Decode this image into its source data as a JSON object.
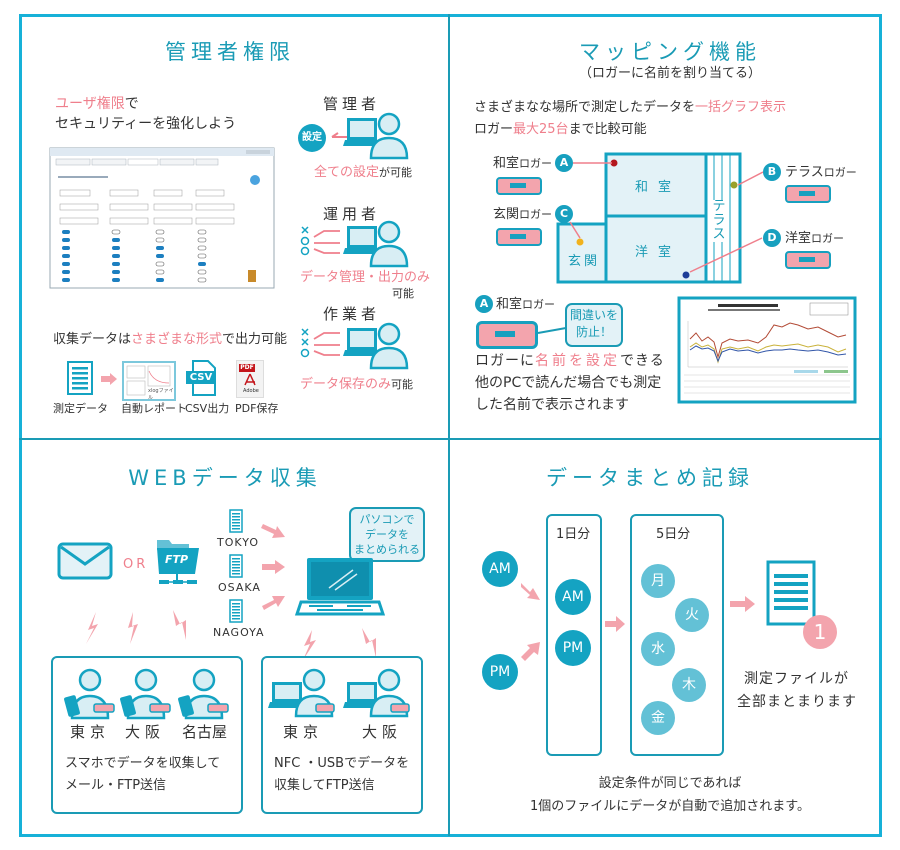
{
  "colors": {
    "accent": "#1a9bb5",
    "frame": "#17b1d8",
    "highlight": "#ef7f8c",
    "light_fill": "#e3f2f7"
  },
  "admin": {
    "title": "管理者権限",
    "headline_pink": "ユーザ権限",
    "headline_rest": "で",
    "headline_line2": "セキュリティーを強化しよう",
    "roles": [
      {
        "name": "管理者",
        "badge": "設定",
        "desc_pink": "全ての設定",
        "desc_rest": "が可能"
      },
      {
        "name": "運用者",
        "desc_pink": "データ管理・出力のみ",
        "desc_rest": "可能"
      },
      {
        "name": "作業者",
        "desc_pink": "データ保存のみ",
        "desc_rest": "可能"
      }
    ],
    "output_line_pre": "収集データは",
    "output_line_pink": "さまざまな形式",
    "output_line_post": "で出力可能",
    "formats": [
      {
        "label": "測定データ",
        "icon": "document-icon"
      },
      {
        "label": "自動レポート",
        "icon": "report-icon",
        "caption": "xlogファイル"
      },
      {
        "label": "CSV出力",
        "icon": "csv-file-icon",
        "badge": "CSV"
      },
      {
        "label": "PDF保存",
        "icon": "pdf-file-icon",
        "badge": "PDF",
        "brand": "Adobe"
      }
    ]
  },
  "mapping": {
    "title": "マッピング機能",
    "subtitle": "（ロガーに名前を割り当てる）",
    "line1_pre": "さまざまなな場所で測定したデータを",
    "line1_pink": "一括グラフ表示",
    "line2_pre": "ロガー",
    "line2_pink": "最大25台",
    "line2_post": "まで比較可能",
    "loggers": [
      {
        "badge": "A",
        "name": "和室",
        "suffix": "ロガー"
      },
      {
        "badge": "B",
        "name": "テラス",
        "suffix": "ロガー"
      },
      {
        "badge": "C",
        "name": "玄関",
        "suffix": "ロガー"
      },
      {
        "badge": "D",
        "name": "洋室",
        "suffix": "ロガー"
      }
    ],
    "rooms": {
      "washitsu": "和室",
      "yoshitsu": "洋室",
      "genkan": "玄関",
      "terrace": "テラス"
    },
    "example": {
      "badge": "A",
      "name": "和室",
      "suffix": "ロガー",
      "bubble_line1": "間違いを",
      "bubble_line2": "防止！"
    },
    "desc_line1_pre": "ロガーに",
    "desc_line1_pink": "名前を設定",
    "desc_line1_post": "できる",
    "desc_line2": "他のPCで読んだ場合でも測定",
    "desc_line3": "した名前で表示されます"
  },
  "web": {
    "title": "WEBデータ収集",
    "or_label": "OR",
    "ftp_label": "FTP",
    "cities": [
      "TOKYO",
      "OSAKA",
      "NAGOYA"
    ],
    "bubble_lines": [
      "パソコンで",
      "データを",
      "まとめられる"
    ],
    "box1": {
      "people": [
        "東京",
        "大阪",
        "名古屋"
      ],
      "line1": "スマホでデータを収集して",
      "line2": "メール・FTP送信"
    },
    "box2": {
      "people": [
        "東京",
        "大阪"
      ],
      "line1": "NFC ・USBでデータを",
      "line2": "収集してFTP送信"
    }
  },
  "summary": {
    "title": "データまとめ記録",
    "inputs": [
      "AM",
      "PM"
    ],
    "day_label": "1日分",
    "day_items": [
      "AM",
      "PM"
    ],
    "week_label": "5日分",
    "week_items": [
      "月",
      "火",
      "水",
      "木",
      "金"
    ],
    "file_count": "1",
    "result_line1": "測定ファイルが",
    "result_line2": "全部まとまります",
    "note_line1": "設定条件が同じであれば",
    "note_line2": "1個のファイルにデータが自動で追加されます。"
  }
}
